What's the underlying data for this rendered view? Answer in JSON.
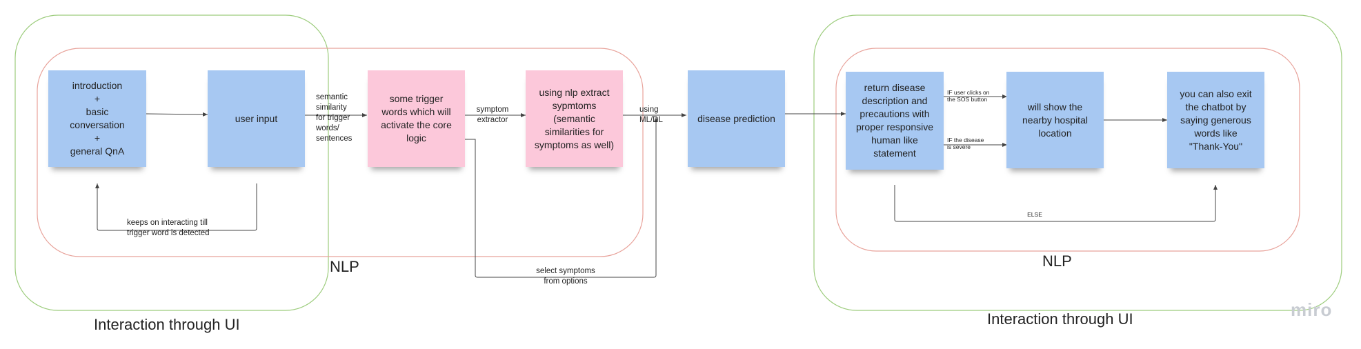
{
  "diagram": {
    "notes": {
      "introduction": "introduction\n+\nbasic\nconversation\n+\ngeneral QnA",
      "user_input": "user input",
      "trigger_words": "some trigger\nwords which will\nactivate the core\nlogic",
      "extract_symptoms": "using nlp extract\nsypmtoms\n(semantic\nsimilarities for\nsymptoms as well)",
      "disease_prediction": "disease prediction",
      "return_description": "return disease\ndescription and\nprecautions with\nproper responsive\nhuman like\nstatement",
      "nearby_hospital": "will show the\nnearby hospital\nlocation",
      "exit_chatbot": "you can also exit\nthe chatbot by\nsaying generous\nwords like\n\"Thank-You\""
    },
    "labels": {
      "semantic_similarity": "semantic\nsimilarity\nfor trigger\nwords/\nsentences",
      "symptom_extractor": "symptom\nextractor",
      "using_ml_dl": "using\nML/DL",
      "keeps_interacting": "keeps on interacting till\ntrigger word is detected",
      "select_symptoms": "select  symptoms\nfrom options",
      "sos_condition": "IF user clicks on\nthe SOS button",
      "severe_condition": "IF the disease\nis severe",
      "else": "ELSE"
    },
    "regions": {
      "nlp_left": "NLP",
      "nlp_right": "NLP",
      "ui_left": "Interaction through UI",
      "ui_right": "Interaction through UI"
    },
    "logo": "miro",
    "colors": {
      "blue_note": "#a7c8f2",
      "pink_note": "#fcc8da",
      "ui_region": "#9ccc7c",
      "nlp_region": "#e8a29a",
      "connector": "#444444"
    }
  }
}
